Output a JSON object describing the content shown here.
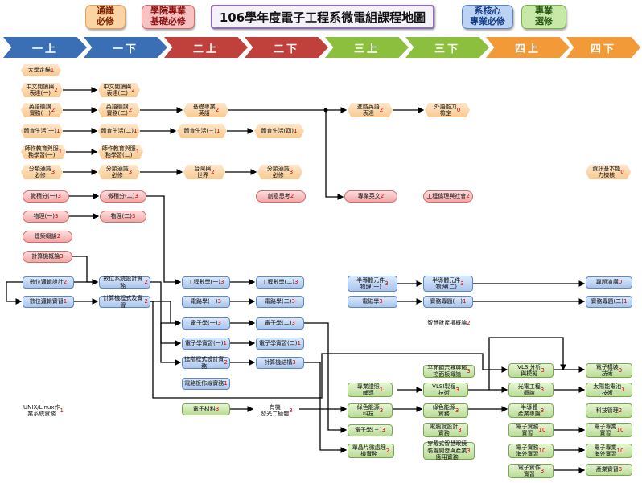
{
  "title": "106學年度電子工程系微電組課程地圖",
  "legend": [
    {
      "key": "lg-general",
      "text": "通識\n必修"
    },
    {
      "key": "lg-college",
      "text": "學院專業\n基礎必修"
    },
    {
      "key": "lg-core",
      "text": "系核心\n專業必修"
    },
    {
      "key": "lg-elective",
      "text": "專業\n選修"
    }
  ],
  "semesters": [
    "一上",
    "一下",
    "二上",
    "二下",
    "三上",
    "三下",
    "四上",
    "四下"
  ],
  "colors": {
    "sem1": "#3a6fb6",
    "sem2": "#c0403c",
    "sem3": "#8dbf3e",
    "sem4": "#f29a38"
  },
  "courses": [
    {
      "id": "c1",
      "style": "hex",
      "name": "大學定錨",
      "credit": "1"
    },
    {
      "id": "c2",
      "style": "hex",
      "name": "中文閱讀與\n表達(一)",
      "credit": "2"
    },
    {
      "id": "c3",
      "style": "hex",
      "name": "中文閱讀與\n表達(二)",
      "credit": "2"
    },
    {
      "id": "c4",
      "style": "hex",
      "name": "英語聽講\n實務(一)",
      "credit": "2"
    },
    {
      "id": "c5",
      "style": "hex",
      "name": "英語聽講\n實務(二)",
      "credit": "2"
    },
    {
      "id": "c6",
      "style": "hex",
      "name": "基礎專業\n英語",
      "credit": "2"
    },
    {
      "id": "c7",
      "style": "hex",
      "name": "進階英語\n表達",
      "credit": "2"
    },
    {
      "id": "c8",
      "style": "hex",
      "name": "外語能力\n檢定",
      "credit": "0"
    },
    {
      "id": "c9",
      "style": "hex",
      "name": "體育生活(一)\n",
      "credit": "1"
    },
    {
      "id": "c10",
      "style": "hex",
      "name": "體育生活(二)\n",
      "credit": "1"
    },
    {
      "id": "c11",
      "style": "hex",
      "name": "體育生活(三)\n",
      "credit": "1"
    },
    {
      "id": "c12",
      "style": "hex",
      "name": "體育生活(四)\n",
      "credit": "1"
    },
    {
      "id": "c13",
      "style": "hex",
      "name": "師作教育與服\n務學習(一)",
      "credit": "1"
    },
    {
      "id": "c14",
      "style": "hex",
      "name": "師作教育與服\n務學習(二)",
      "credit": "1"
    },
    {
      "id": "c15",
      "style": "hex",
      "name": "分類通識\n必修",
      "credit": "3"
    },
    {
      "id": "c16",
      "style": "hex",
      "name": "分類通識\n必修",
      "credit": "3"
    },
    {
      "id": "c17",
      "style": "hex",
      "name": "台灣與\n世界",
      "credit": "2"
    },
    {
      "id": "c18",
      "style": "hex",
      "name": "分類通識\n必修",
      "credit": "3"
    },
    {
      "id": "c19",
      "style": "hex",
      "name": "資訊基本能\n力檢核",
      "credit": "0"
    },
    {
      "id": "c20",
      "style": "red",
      "name": "微積分(一)",
      "credit": "3"
    },
    {
      "id": "c21",
      "style": "red",
      "name": "微積分(二)",
      "credit": "3"
    },
    {
      "id": "c22",
      "style": "red",
      "name": "創意思考",
      "credit": "2"
    },
    {
      "id": "c23",
      "style": "red",
      "name": "專業英文",
      "credit": "2"
    },
    {
      "id": "c24",
      "style": "red",
      "name": "工程倫理與社會",
      "credit": "2"
    },
    {
      "id": "c25",
      "style": "red",
      "name": "物理(一)",
      "credit": "3"
    },
    {
      "id": "c26",
      "style": "red",
      "name": "物理(二)",
      "credit": "3"
    },
    {
      "id": "c27",
      "style": "red",
      "name": "建築概論",
      "credit": "2"
    },
    {
      "id": "c28",
      "style": "red",
      "name": "計算機概論",
      "credit": "3"
    },
    {
      "id": "c29",
      "style": "blue",
      "name": "數位邏輯設計",
      "credit": "2"
    },
    {
      "id": "c30",
      "style": "blue",
      "name": "數位邏輯實習",
      "credit": "1"
    },
    {
      "id": "c31",
      "style": "blue",
      "name": "數位系統設計實務",
      "credit": "2"
    },
    {
      "id": "c32",
      "style": "blue",
      "name": "計算機程式及實習",
      "credit": "2"
    },
    {
      "id": "c33",
      "style": "blue",
      "name": "工程數學(一)",
      "credit": "3"
    },
    {
      "id": "c34",
      "style": "blue",
      "name": "工程數學(二)",
      "credit": "3"
    },
    {
      "id": "c35",
      "style": "blue",
      "name": "電路學(一)",
      "credit": "3"
    },
    {
      "id": "c36",
      "style": "blue",
      "name": "電路學(二)",
      "credit": "3"
    },
    {
      "id": "c37",
      "style": "blue",
      "name": "電子學(一)",
      "credit": "3"
    },
    {
      "id": "c38",
      "style": "blue",
      "name": "電子學(二)",
      "credit": "3"
    },
    {
      "id": "c39",
      "style": "blue",
      "name": "電子學實習(一)",
      "credit": "1"
    },
    {
      "id": "c40",
      "style": "blue",
      "name": "電子學實習(二)",
      "credit": "1"
    },
    {
      "id": "c41",
      "style": "blue",
      "name": "進階程式設計實務",
      "credit": "2"
    },
    {
      "id": "c42",
      "style": "blue",
      "name": "計算機結構",
      "credit": "3"
    },
    {
      "id": "c43",
      "style": "blue",
      "name": "電路板佈線實務",
      "credit": "1"
    },
    {
      "id": "c44",
      "style": "blue",
      "name": "半導體元件\n物理(一)",
      "credit": "3"
    },
    {
      "id": "c45",
      "style": "blue",
      "name": "半導體元件\n物理(二)",
      "credit": "3"
    },
    {
      "id": "c46",
      "style": "blue",
      "name": "電磁學",
      "credit": "3"
    },
    {
      "id": "c47",
      "style": "blue",
      "name": "實務專題(一)",
      "credit": "1"
    },
    {
      "id": "c48",
      "style": "blue",
      "name": "專題演講",
      "credit": "0"
    },
    {
      "id": "c49",
      "style": "blue",
      "name": "實務專題(二)",
      "credit": "1"
    },
    {
      "id": "c50",
      "style": "plain",
      "name": "智慧財產權概論",
      "credit": "2"
    },
    {
      "id": "c51",
      "style": "green",
      "name": "平面顯示器與觸\n控面板概論",
      "credit": "3"
    },
    {
      "id": "c52",
      "style": "green",
      "name": "VLSI分析\n與模擬",
      "credit": "3"
    },
    {
      "id": "c53",
      "style": "green",
      "name": "電子構裝\n技術",
      "credit": "3"
    },
    {
      "id": "c54",
      "style": "green",
      "name": "專業證照\n輔導",
      "credit": "1"
    },
    {
      "id": "c55",
      "style": "green",
      "name": "VLSI製程\n技術",
      "credit": "3"
    },
    {
      "id": "c56",
      "style": "green",
      "name": "光電工程\n概論",
      "credit": "3"
    },
    {
      "id": "c57",
      "style": "green",
      "name": "太陽能電池\n技術",
      "credit": "3"
    },
    {
      "id": "c58",
      "style": "green",
      "name": "綠色能源\n科技",
      "credit": "3"
    },
    {
      "id": "c59",
      "style": "green",
      "name": "綠色能源\n實務",
      "credit": "3"
    },
    {
      "id": "c60",
      "style": "green",
      "name": "半導體\n產業專論",
      "credit": "3"
    },
    {
      "id": "c61",
      "style": "green",
      "name": "科技管理",
      "credit": "2"
    },
    {
      "id": "c62",
      "style": "plain",
      "name": "UNIX/Linux作\n業系統實務",
      "credit": "1"
    },
    {
      "id": "c63",
      "style": "green",
      "name": "電子材料",
      "credit": "3"
    },
    {
      "id": "c64",
      "style": "plain",
      "name": "有機\n發光二極體",
      "credit": "3"
    },
    {
      "id": "c65",
      "style": "green",
      "name": "電子學(三)",
      "credit": "3"
    },
    {
      "id": "c66",
      "style": "green",
      "name": "電腦就設計\n實務",
      "credit": "3"
    },
    {
      "id": "c67",
      "style": "green",
      "name": "電子實務\n實習",
      "credit": "10"
    },
    {
      "id": "c68",
      "style": "green",
      "name": "電子專業\n實習",
      "credit": "10"
    },
    {
      "id": "c69",
      "style": "green",
      "name": "單晶片微處理\n機實務",
      "credit": "2"
    },
    {
      "id": "c70",
      "style": "green",
      "name": "穿戴式智慧眼鏡\n裝置開發與產業\n應用實務",
      "credit": "3"
    },
    {
      "id": "c71",
      "style": "green",
      "name": "電子實務\n海外實習",
      "credit": "10"
    },
    {
      "id": "c72",
      "style": "green",
      "name": "電子專業\n海外實習",
      "credit": "10"
    },
    {
      "id": "c73",
      "style": "green",
      "name": "電子實作\n實習",
      "credit": "3"
    },
    {
      "id": "c74",
      "style": "green",
      "name": "產業實習",
      "credit": "3"
    }
  ]
}
